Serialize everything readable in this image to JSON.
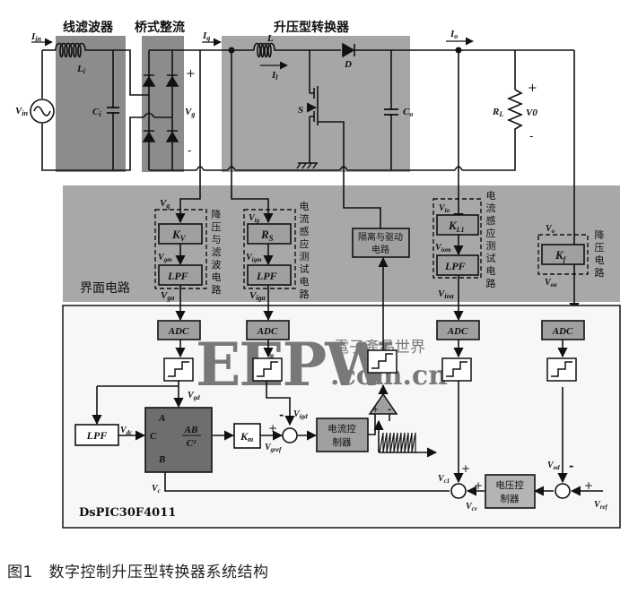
{
  "sections": {
    "line_filter": "线滤波器",
    "bridge_rectifier": "桥式整流",
    "boost_converter": "升压型转换器",
    "interface_circuit": "界面电路",
    "mcu": "DsPIC30F4011"
  },
  "power_stage": {
    "i_in": "I",
    "i_in_sub": "in",
    "v_in": "V",
    "v_in_sub": "in",
    "l_i": "L",
    "l_i_sub": "i",
    "c_i": "C",
    "c_i_sub": "i",
    "v_g": "V",
    "v_g_sub": "g",
    "i_g": "I",
    "i_g_sub": "g",
    "plus": "+",
    "minus": "-",
    "l": "L",
    "i_l": "I",
    "i_l_sub": "l",
    "d": "D",
    "s": "S",
    "c_o": "C",
    "c_o_sub": "o",
    "i_o": "I",
    "i_o_sub": "o",
    "r_l": "R",
    "r_l_sub": "L",
    "v_o": "V0"
  },
  "interface": {
    "vg_in": "V",
    "vg_in_sub": "g",
    "kv": "K",
    "kv_sub": "V",
    "vgm": "V",
    "vgm_sub": "gm",
    "lpf1": "LPF",
    "vga": "V",
    "vga_sub": "ga",
    "label1": [
      "降",
      "压",
      "与",
      "滤",
      "波",
      "电",
      "路"
    ],
    "vig": "V",
    "vig_sub": "ig",
    "rs": "R",
    "rs_sub": "S",
    "vigm": "V",
    "vigm_sub": "igm",
    "lpf2": "LPF",
    "viga": "V",
    "viga_sub": "iga",
    "label2": [
      "电",
      "流",
      "感",
      "应",
      "测",
      "试",
      "电",
      "路"
    ],
    "iso_driver": [
      "隔离与驱动",
      "电路"
    ],
    "vio": "V",
    "vio_sub": "io",
    "kl1": "K",
    "kl1_sub": "L1",
    "viom": "V",
    "viom_sub": "iom",
    "lpf3": "LPF",
    "vioa": "V",
    "vioa_sub": "ioa",
    "label3": [
      "电",
      "流",
      "感",
      "应",
      "测",
      "试",
      "电",
      "路"
    ],
    "vo": "V",
    "vo_sub": "o",
    "kf": "K",
    "kf_sub": "f",
    "voa": "V",
    "voa_sub": "oa",
    "label4": [
      "降",
      "压",
      "电",
      "路"
    ]
  },
  "controller": {
    "adc": "ADC",
    "vgd": "V",
    "vgd_sub": "gd",
    "lpf": "LPF",
    "vdc": "V",
    "vdc_sub": "dc",
    "port_a": "A",
    "port_b": "B",
    "port_c": "C",
    "formula_num": "AB",
    "formula_den": "C²",
    "km": "K",
    "km_sub": "m",
    "vgref": "V",
    "vgref_sub": "gref",
    "vigd": "V",
    "vigd_sub": "igd",
    "current_ctrl": [
      "电流控",
      "制器"
    ],
    "voltage_ctrl": [
      "电压控",
      "制器"
    ],
    "vc": "V",
    "vc_sub": "c",
    "vc1": "V",
    "vc1_sub": "c1",
    "vcv": "V",
    "vcv_sub": "cv",
    "vod": "V",
    "vod_sub": "od",
    "vref": "V",
    "vref_sub": "ref",
    "plus": "+",
    "minus": "-"
  },
  "watermark": {
    "logo": "EEPW",
    "cn": "電子產品世界",
    "domain": ".com.cn"
  },
  "caption": {
    "figure_no": "图1",
    "title": "数字控制升压型转换器系统结构"
  },
  "colors": {
    "panel_dark": "#8c8c8c",
    "panel_interface": "#a8a8a8",
    "block_fill": "#a0a0a0",
    "block_dark": "#6e6e6e",
    "mcu_bg": "#f7f7f7",
    "watermark": "#e8a0a0"
  }
}
